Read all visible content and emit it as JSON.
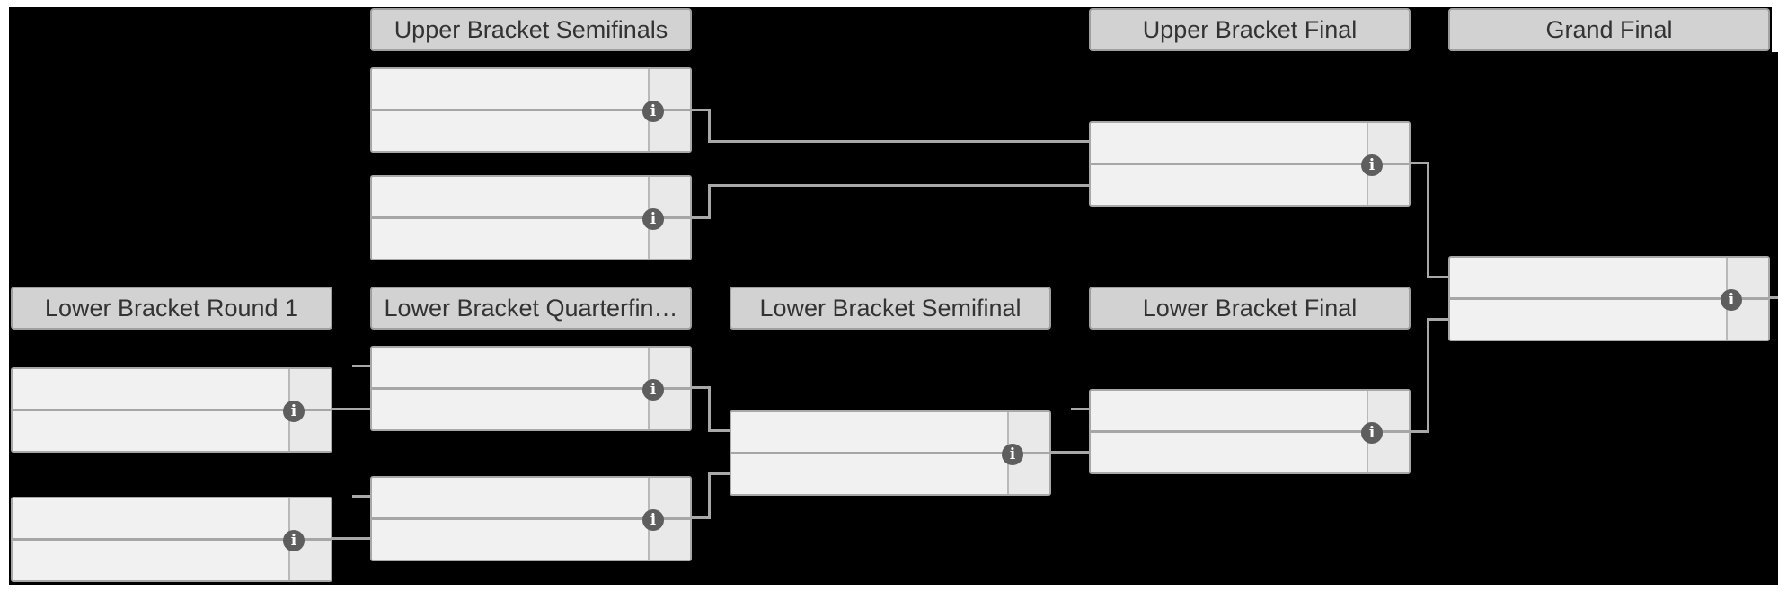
{
  "page": {
    "background_color": "#000000",
    "margin_color": "#ffffff"
  },
  "colors": {
    "header_bg": "#d2d2d2",
    "header_border": "#9f9f9f",
    "header_text": "#333333",
    "match_bg": "#f1f1f1",
    "match_border": "#a8a8a8",
    "score_cell_bg": "#e9e9e9",
    "divider": "#b9b9b9",
    "connector": "#a8a8a8",
    "info_icon_bg": "#5e5e5e",
    "info_icon_fg": "#ffffff"
  },
  "icons": {
    "info_glyph": "i"
  },
  "headers": {
    "upper_bracket_semifinals": "Upper Bracket Semifinals",
    "upper_bracket_final": "Upper Bracket Final",
    "grand_final": "Grand Final",
    "lower_bracket_round1": "Lower Bracket Round 1",
    "lower_bracket_quarterfinals": "Lower Bracket Quarterfin…",
    "lower_bracket_semifinal": "Lower Bracket Semifinal",
    "lower_bracket_final": "Lower Bracket Final"
  },
  "matches": [
    {
      "id": "upper-bracket-semifinal-1",
      "team1": "",
      "score1": "",
      "team2": "",
      "score2": ""
    },
    {
      "id": "upper-bracket-semifinal-2",
      "team1": "",
      "score1": "",
      "team2": "",
      "score2": ""
    },
    {
      "id": "upper-bracket-final",
      "team1": "",
      "score1": "",
      "team2": "",
      "score2": ""
    },
    {
      "id": "grand-final",
      "team1": "",
      "score1": "",
      "team2": "",
      "score2": ""
    },
    {
      "id": "lower-bracket-round1-1",
      "team1": "",
      "score1": "",
      "team2": "",
      "score2": ""
    },
    {
      "id": "lower-bracket-round1-2",
      "team1": "",
      "score1": "",
      "team2": "",
      "score2": ""
    },
    {
      "id": "lower-bracket-quarterfinal-1",
      "team1": "",
      "score1": "",
      "team2": "",
      "score2": ""
    },
    {
      "id": "lower-bracket-quarterfinal-2",
      "team1": "",
      "score1": "",
      "team2": "",
      "score2": ""
    },
    {
      "id": "lower-bracket-semifinal",
      "team1": "",
      "score1": "",
      "team2": "",
      "score2": ""
    },
    {
      "id": "lower-bracket-final",
      "team1": "",
      "score1": "",
      "team2": "",
      "score2": ""
    }
  ]
}
